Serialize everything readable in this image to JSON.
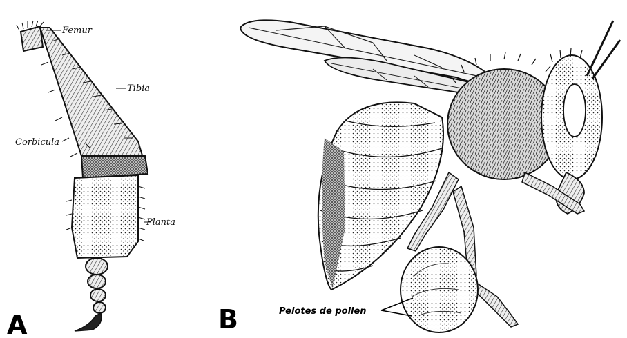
{
  "panels": {
    "a": {
      "letter": "A",
      "labels": {
        "femur": "Femur",
        "tibia": "Tibia",
        "corbicula": "Corbicula",
        "planta": "Planta"
      }
    },
    "b": {
      "letter": "B",
      "labels": {
        "pollen": "Pelotes de pollen"
      }
    }
  },
  "colors": {
    "ink": "#111111",
    "paper": "#ffffff",
    "shade": "#555555"
  }
}
